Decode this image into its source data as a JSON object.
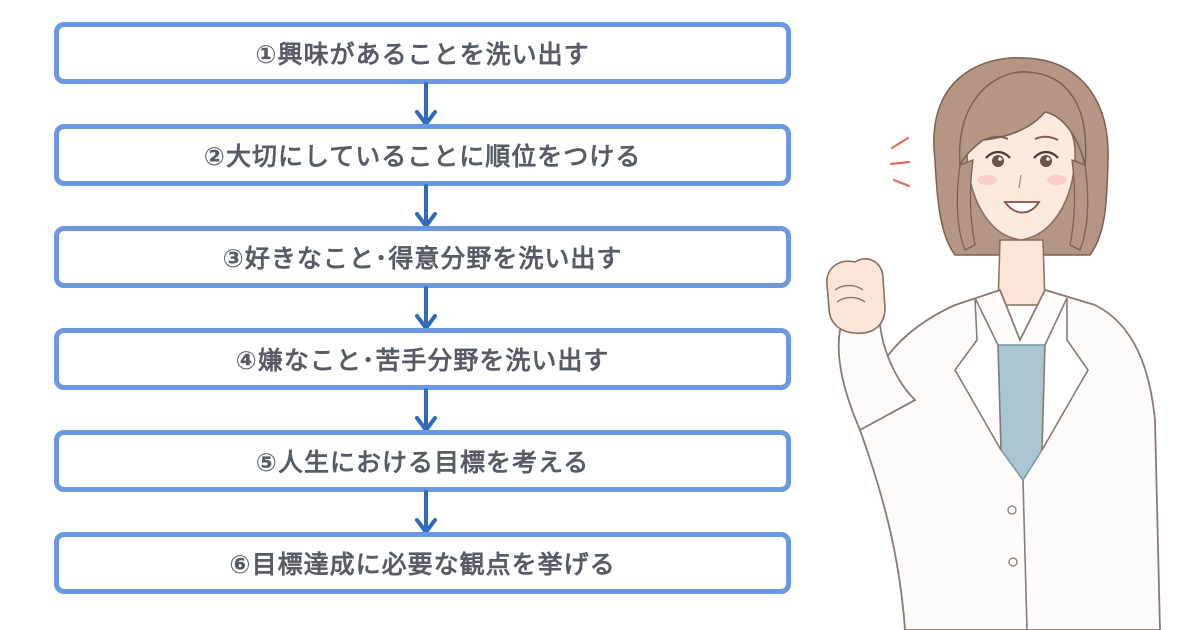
{
  "steps": [
    {
      "label": "①興味があることを洗い出す"
    },
    {
      "label": "②大切にしていることに順位をつける"
    },
    {
      "label": "③好きなこと･得意分野を洗い出す"
    },
    {
      "label": "④嫌なこと･苦手分野を洗い出す"
    },
    {
      "label": "⑤人生における目標を考える"
    },
    {
      "label": "⑥目標達成に必要な観点を挙げる"
    }
  ],
  "colors": {
    "box_border": "#6b98e2",
    "arrow": "#2f6db8",
    "text": "#555c66"
  }
}
